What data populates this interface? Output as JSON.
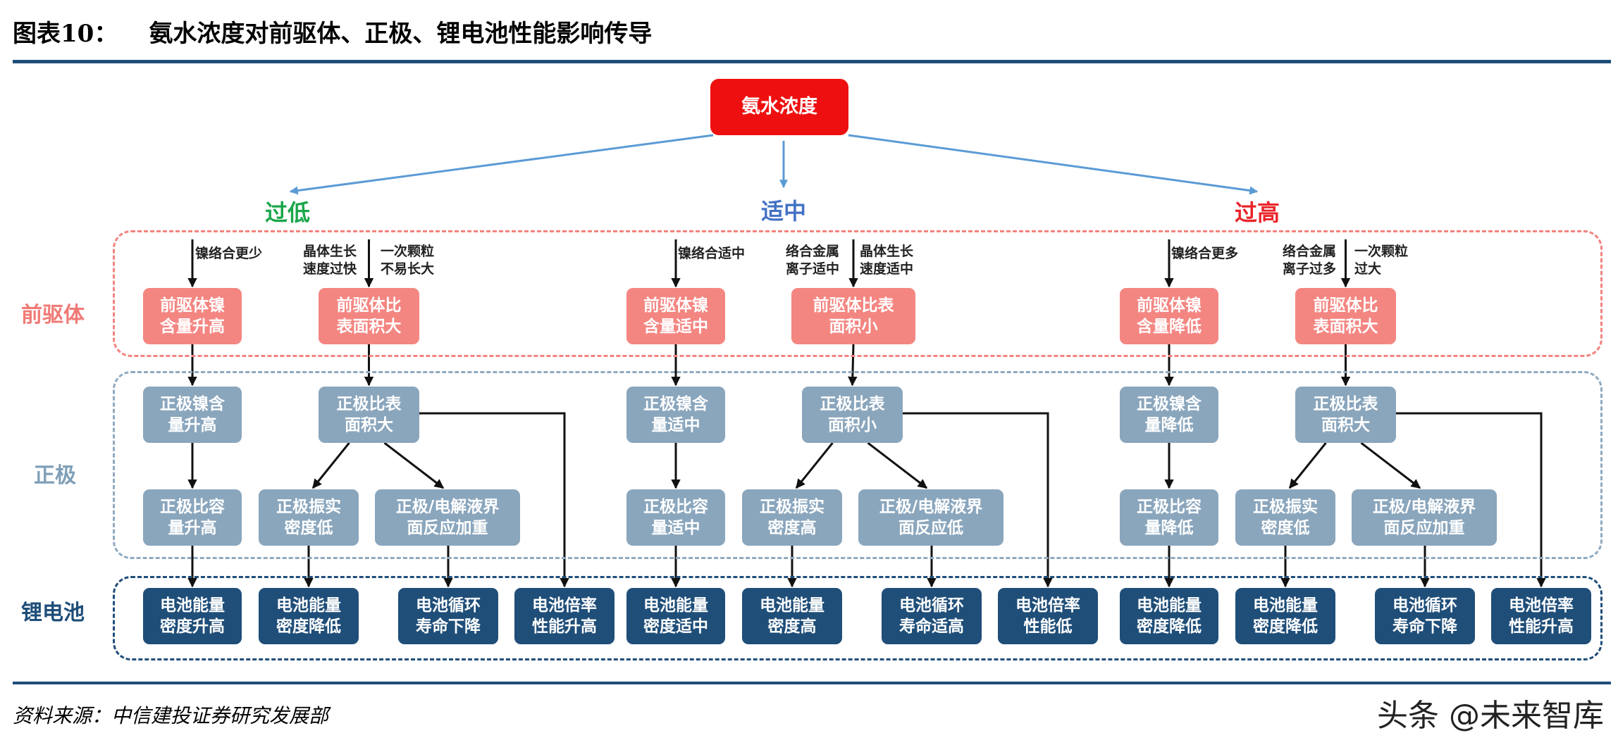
{
  "header": {
    "figure_label": "图表10：",
    "title": "氨水浓度对前驱体、正极、锂电池性能影响传导"
  },
  "footer": {
    "source": "资料来源：中信建投证券研究发展部",
    "watermark": "头条 @未来智库"
  },
  "colors": {
    "root": "#ee1010",
    "precursor": "#f48682",
    "cathode": "#8aa6bd",
    "battery": "#1f4e79",
    "low": "#1aa64a",
    "mid": "#4472c4",
    "high": "#e8242a"
  },
  "diagram": {
    "root": "氨水浓度",
    "side_labels": {
      "precursor": "前驱体",
      "cathode": "正极",
      "battery": "锂电池"
    },
    "branches": [
      {
        "name": "过低",
        "edge_labels": [
          "镍络合更少",
          "晶体生长\n速度过快",
          "一次颗粒\n不易长大"
        ],
        "precursor": [
          "前驱体镍\n含量升高",
          "前驱体比\n表面积大"
        ],
        "cathode_top": [
          "正极镍含\n量升高",
          "正极比表\n面积大"
        ],
        "cathode_bottom": [
          "正极比容\n量升高",
          "正极振实\n密度低",
          "正极/电解液界\n面反应加重"
        ],
        "battery": [
          "电池能量\n密度升高",
          "电池能量\n密度降低",
          "电池循环\n寿命下降",
          "电池倍率\n性能升高"
        ]
      },
      {
        "name": "适中",
        "edge_labels": [
          "镍络合适中",
          "络合金属\n离子适中",
          "晶体生长\n速度适中"
        ],
        "precursor": [
          "前驱体镍\n含量适中",
          "前驱体比表\n面积小"
        ],
        "cathode_top": [
          "正极镍含\n量适中",
          "正极比表\n面积小"
        ],
        "cathode_bottom": [
          "正极比容\n量适中",
          "正极振实\n密度高",
          "正极/电解液界\n面反应低"
        ],
        "battery": [
          "电池能量\n密度适中",
          "电池能量\n密度高",
          "电池循环\n寿命适高",
          "电池倍率\n性能低"
        ]
      },
      {
        "name": "过高",
        "edge_labels": [
          "镍络合更多",
          "络合金属\n离子过多",
          "一次颗粒\n过大"
        ],
        "precursor": [
          "前驱体镍\n含量降低",
          "前驱体比\n表面积大"
        ],
        "cathode_top": [
          "正极镍含\n量降低",
          "正极比表\n面积大"
        ],
        "cathode_bottom": [
          "正极比容\n量降低",
          "正极振实\n密度低",
          "正极/电解液界\n面反应加重"
        ],
        "battery": [
          "电池能量\n密度降低",
          "电池能量\n密度降低",
          "电池循环\n寿命下降",
          "电池倍率\n性能升高"
        ]
      }
    ]
  }
}
